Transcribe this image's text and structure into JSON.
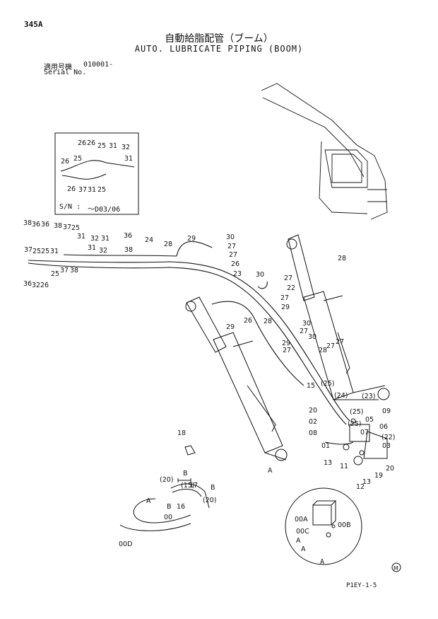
{
  "header": {
    "page_number": "345A",
    "title_jp": "自動給脂配管（ブーム）",
    "title_en": "AUTO. LUBRICATE PIPING (BOOM)",
    "serial_label_jp": "適用号機",
    "serial_value": "010001-",
    "serial_label_en": "Serial No."
  },
  "inset": {
    "sn_label": "S/N :",
    "sn_value": "～D03/06"
  },
  "detail_view": {
    "label": "A"
  },
  "footer": {
    "drawing_code": "P1EY-1-5",
    "marking": "M"
  },
  "callouts": [
    "26",
    "26",
    "25",
    "31",
    "32",
    "31",
    "26",
    "25",
    "26",
    "31",
    "25",
    "37",
    "38",
    "36",
    "36",
    "38",
    "37",
    "25",
    "31",
    "32",
    "31",
    "32",
    "31",
    "36",
    "38",
    "37",
    "25",
    "25",
    "31",
    "25",
    "37",
    "38",
    "36",
    "32",
    "26",
    "24",
    "28",
    "29",
    "30",
    "27",
    "27",
    "26",
    "23",
    "28",
    "29",
    "30",
    "27",
    "22",
    "27",
    "26",
    "28",
    "29",
    "27",
    "30",
    "27",
    "30",
    "29",
    "28",
    "27",
    "27",
    "(25)",
    "15",
    "(24)",
    "(23)",
    "20",
    "(25)",
    "09",
    "02",
    "(25)",
    "05",
    "08",
    "07",
    "06",
    "(22)",
    "03",
    "01",
    "13",
    "11",
    "12",
    "13",
    "19",
    "20",
    "18",
    "A",
    "B",
    "(15)",
    "17",
    "(20)",
    "B",
    "A",
    "B",
    "16",
    "(20)",
    "00",
    "00D",
    "00A",
    "00B",
    "00C",
    "A",
    "A"
  ]
}
